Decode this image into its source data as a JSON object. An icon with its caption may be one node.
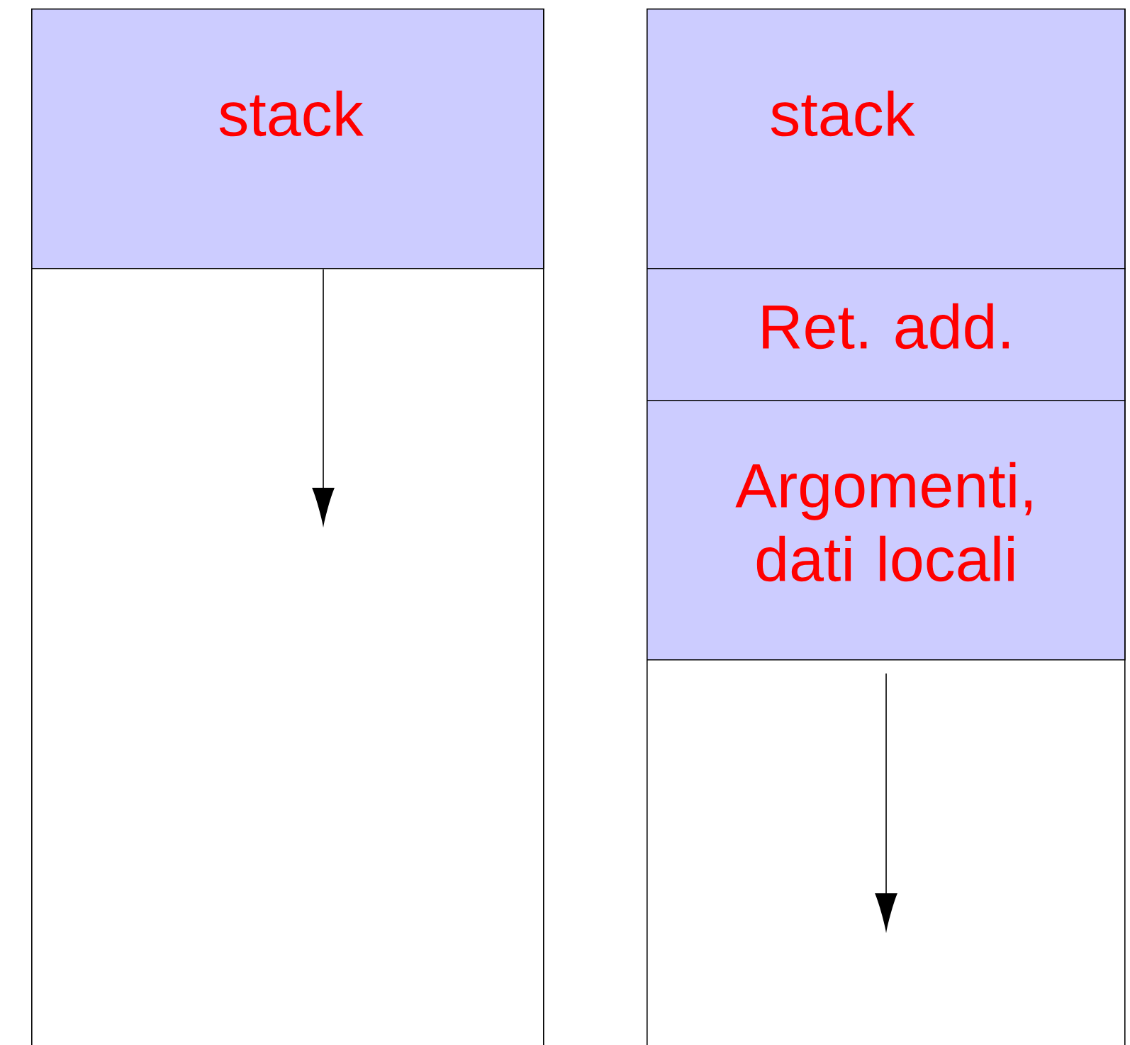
{
  "diagram": {
    "nodes": [
      {
        "text": [],
        "shape": "box"
      },
      {
        "text": [
          "stack"
        ],
        "in": 0
      },
      {
        "text": [],
        "shape": "box"
      },
      {
        "text": [
          "stack"
        ],
        "in": 2
      },
      {
        "text": [
          "Ret. add."
        ],
        "in": 2
      },
      {
        "text": [
          "Argomenti, dati locali"
        ],
        "in": 2
      }
    ]
  }
}
